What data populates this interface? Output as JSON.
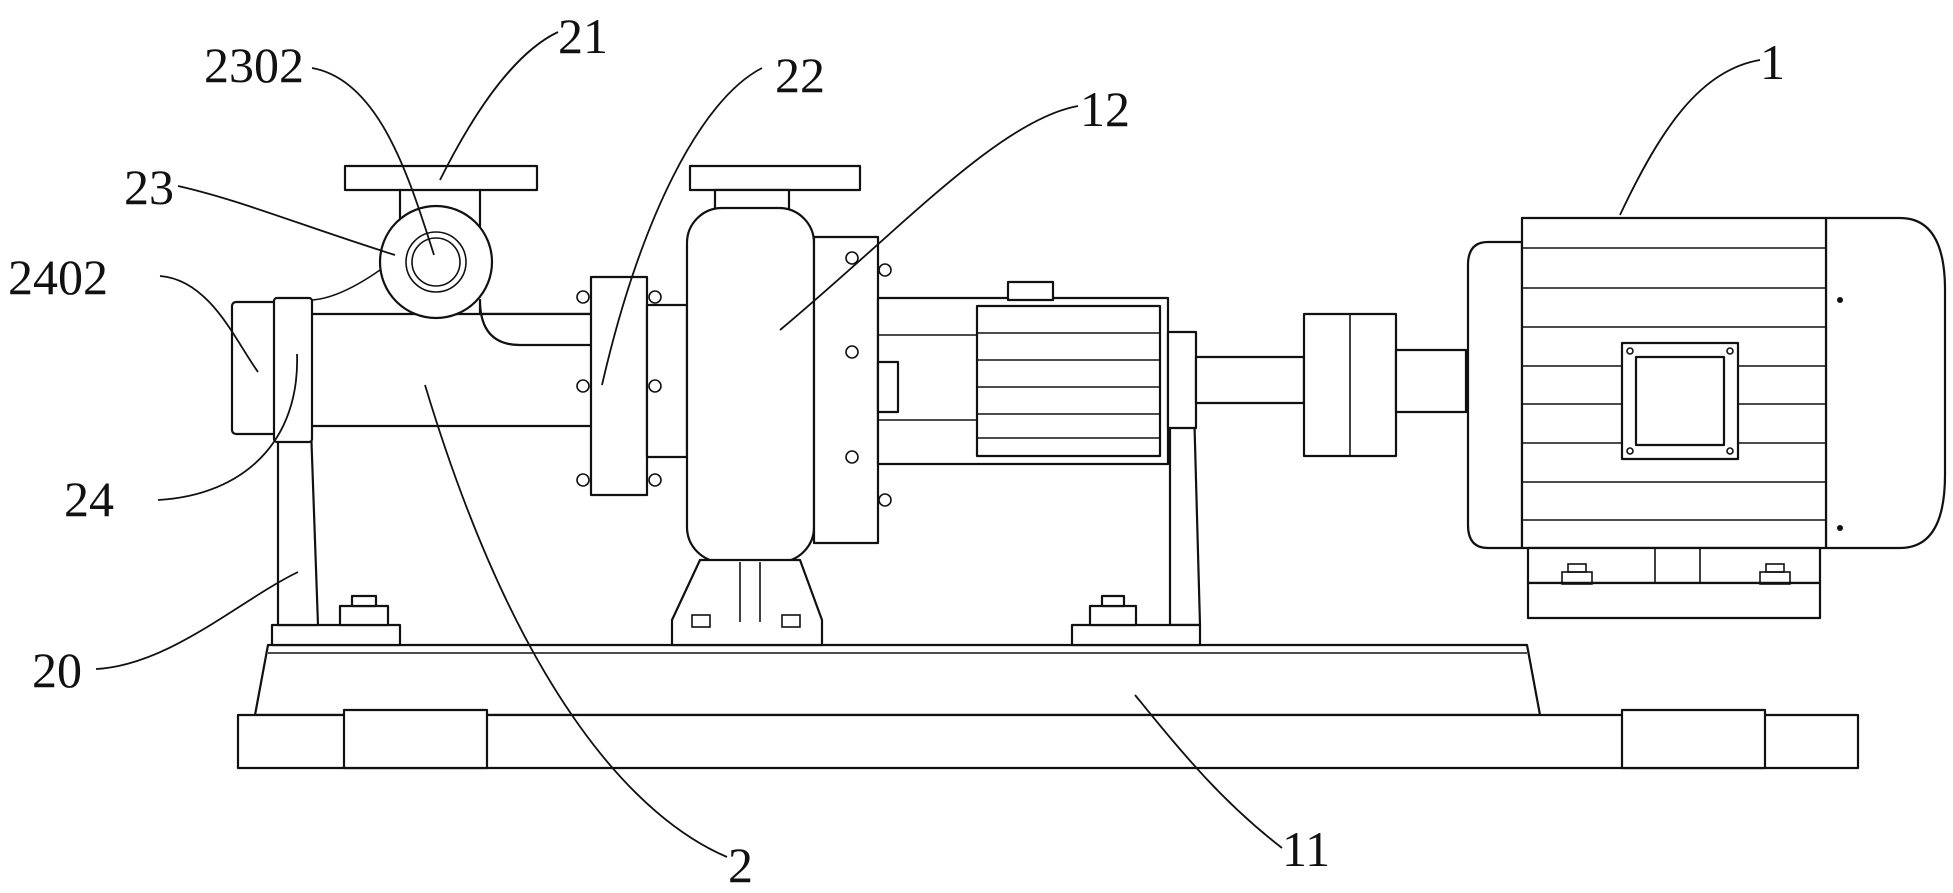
{
  "figure": {
    "labels": {
      "motor": "1",
      "base": "11",
      "coupling_guard": "12",
      "pump_body": "2",
      "support": "20",
      "outlet_flange": "21",
      "middle_flange": "22",
      "inlet_housing": "23",
      "inlet_bore": "2302",
      "end_cover": "24",
      "end_plate": "2402"
    }
  }
}
